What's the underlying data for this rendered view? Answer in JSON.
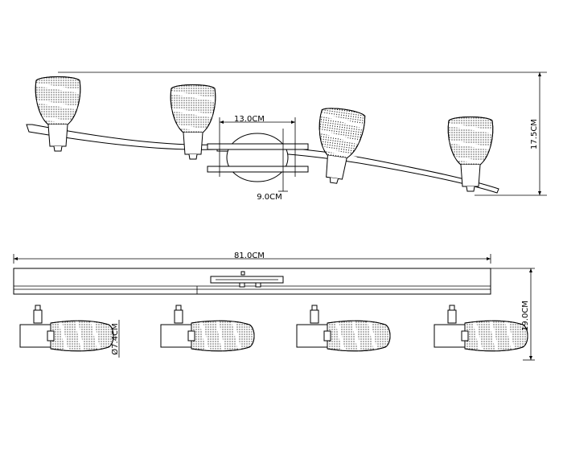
{
  "top_view": {
    "width_label": "13.0CM",
    "depth_label": "9.0CM",
    "height_label": "17.5CM"
  },
  "side_view": {
    "length_label": "81.0CM",
    "height_label": "19.0CM",
    "shade_diameter_label": "Ø7.4CM"
  }
}
